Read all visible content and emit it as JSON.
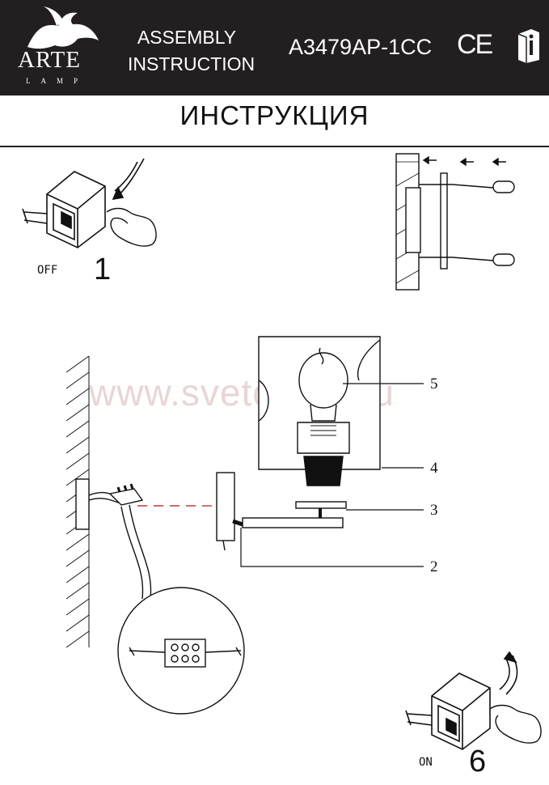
{
  "header": {
    "brand": "ARTE",
    "brand_sub": "LAMP",
    "title_line1": "ASSEMBLY",
    "title_line2": "INSTRUCTION",
    "model": "A3479AP-1CC",
    "ce_mark": "CE"
  },
  "title_ru": "ИНСТРУКЦИЯ",
  "watermark": "www.svetodom.ru",
  "step_first": {
    "state": "OFF",
    "number": "1"
  },
  "step_last": {
    "state": "ON",
    "number": "6"
  },
  "callouts": [
    "2",
    "3",
    "4",
    "5"
  ],
  "colors": {
    "header_bg": "#231f20",
    "dash": "#cc3333"
  }
}
